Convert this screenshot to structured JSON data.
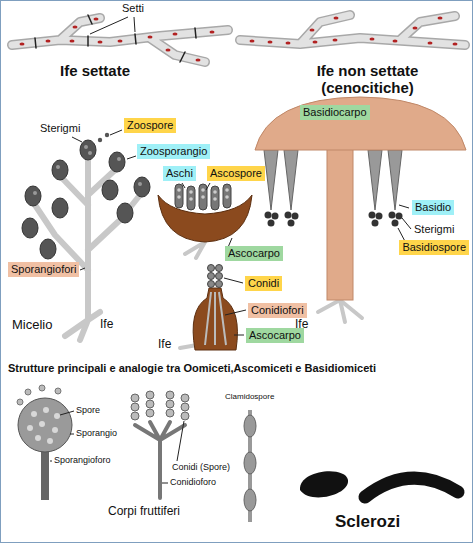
{
  "diagram": {
    "nodes": [
      {
        "text": [
          "Basidiocarpo"
        ]
      },
      {
        "text": [
          "Zoospore"
        ]
      },
      {
        "text": [
          "Zoosporangio"
        ]
      },
      {
        "text": [
          "Aschi"
        ]
      },
      {
        "text": [
          "Ascospore"
        ]
      },
      {
        "text": [
          "Basidio"
        ]
      },
      {
        "text": [
          "Basidiospore"
        ]
      },
      {
        "text": [
          "Ascocarpo"
        ]
      },
      {
        "text": [
          "Sporangiofori"
        ]
      },
      {
        "text": [
          "Conidi"
        ]
      },
      {
        "text": [
          "Conidiofori"
        ]
      },
      {
        "text": [
          "Ascocarpo"
        ]
      }
    ],
    "labels": [
      "Setti",
      "Ife settate",
      "Ife non settate (cenocitiche)",
      "Sterigmi",
      "Sterigmi",
      "Micelio",
      "Ife",
      "Ife",
      "Ife",
      "Strutture principali e analogie tra Oomiceti,Ascomiceti e Basidiomiceti",
      "Spore",
      "Sporangio",
      "Sporangioforo",
      "Clamidospore",
      "Conidi (Spore)",
      "Conidioforo",
      "Corpi fruttiferi",
      "Sclerozi"
    ]
  }
}
